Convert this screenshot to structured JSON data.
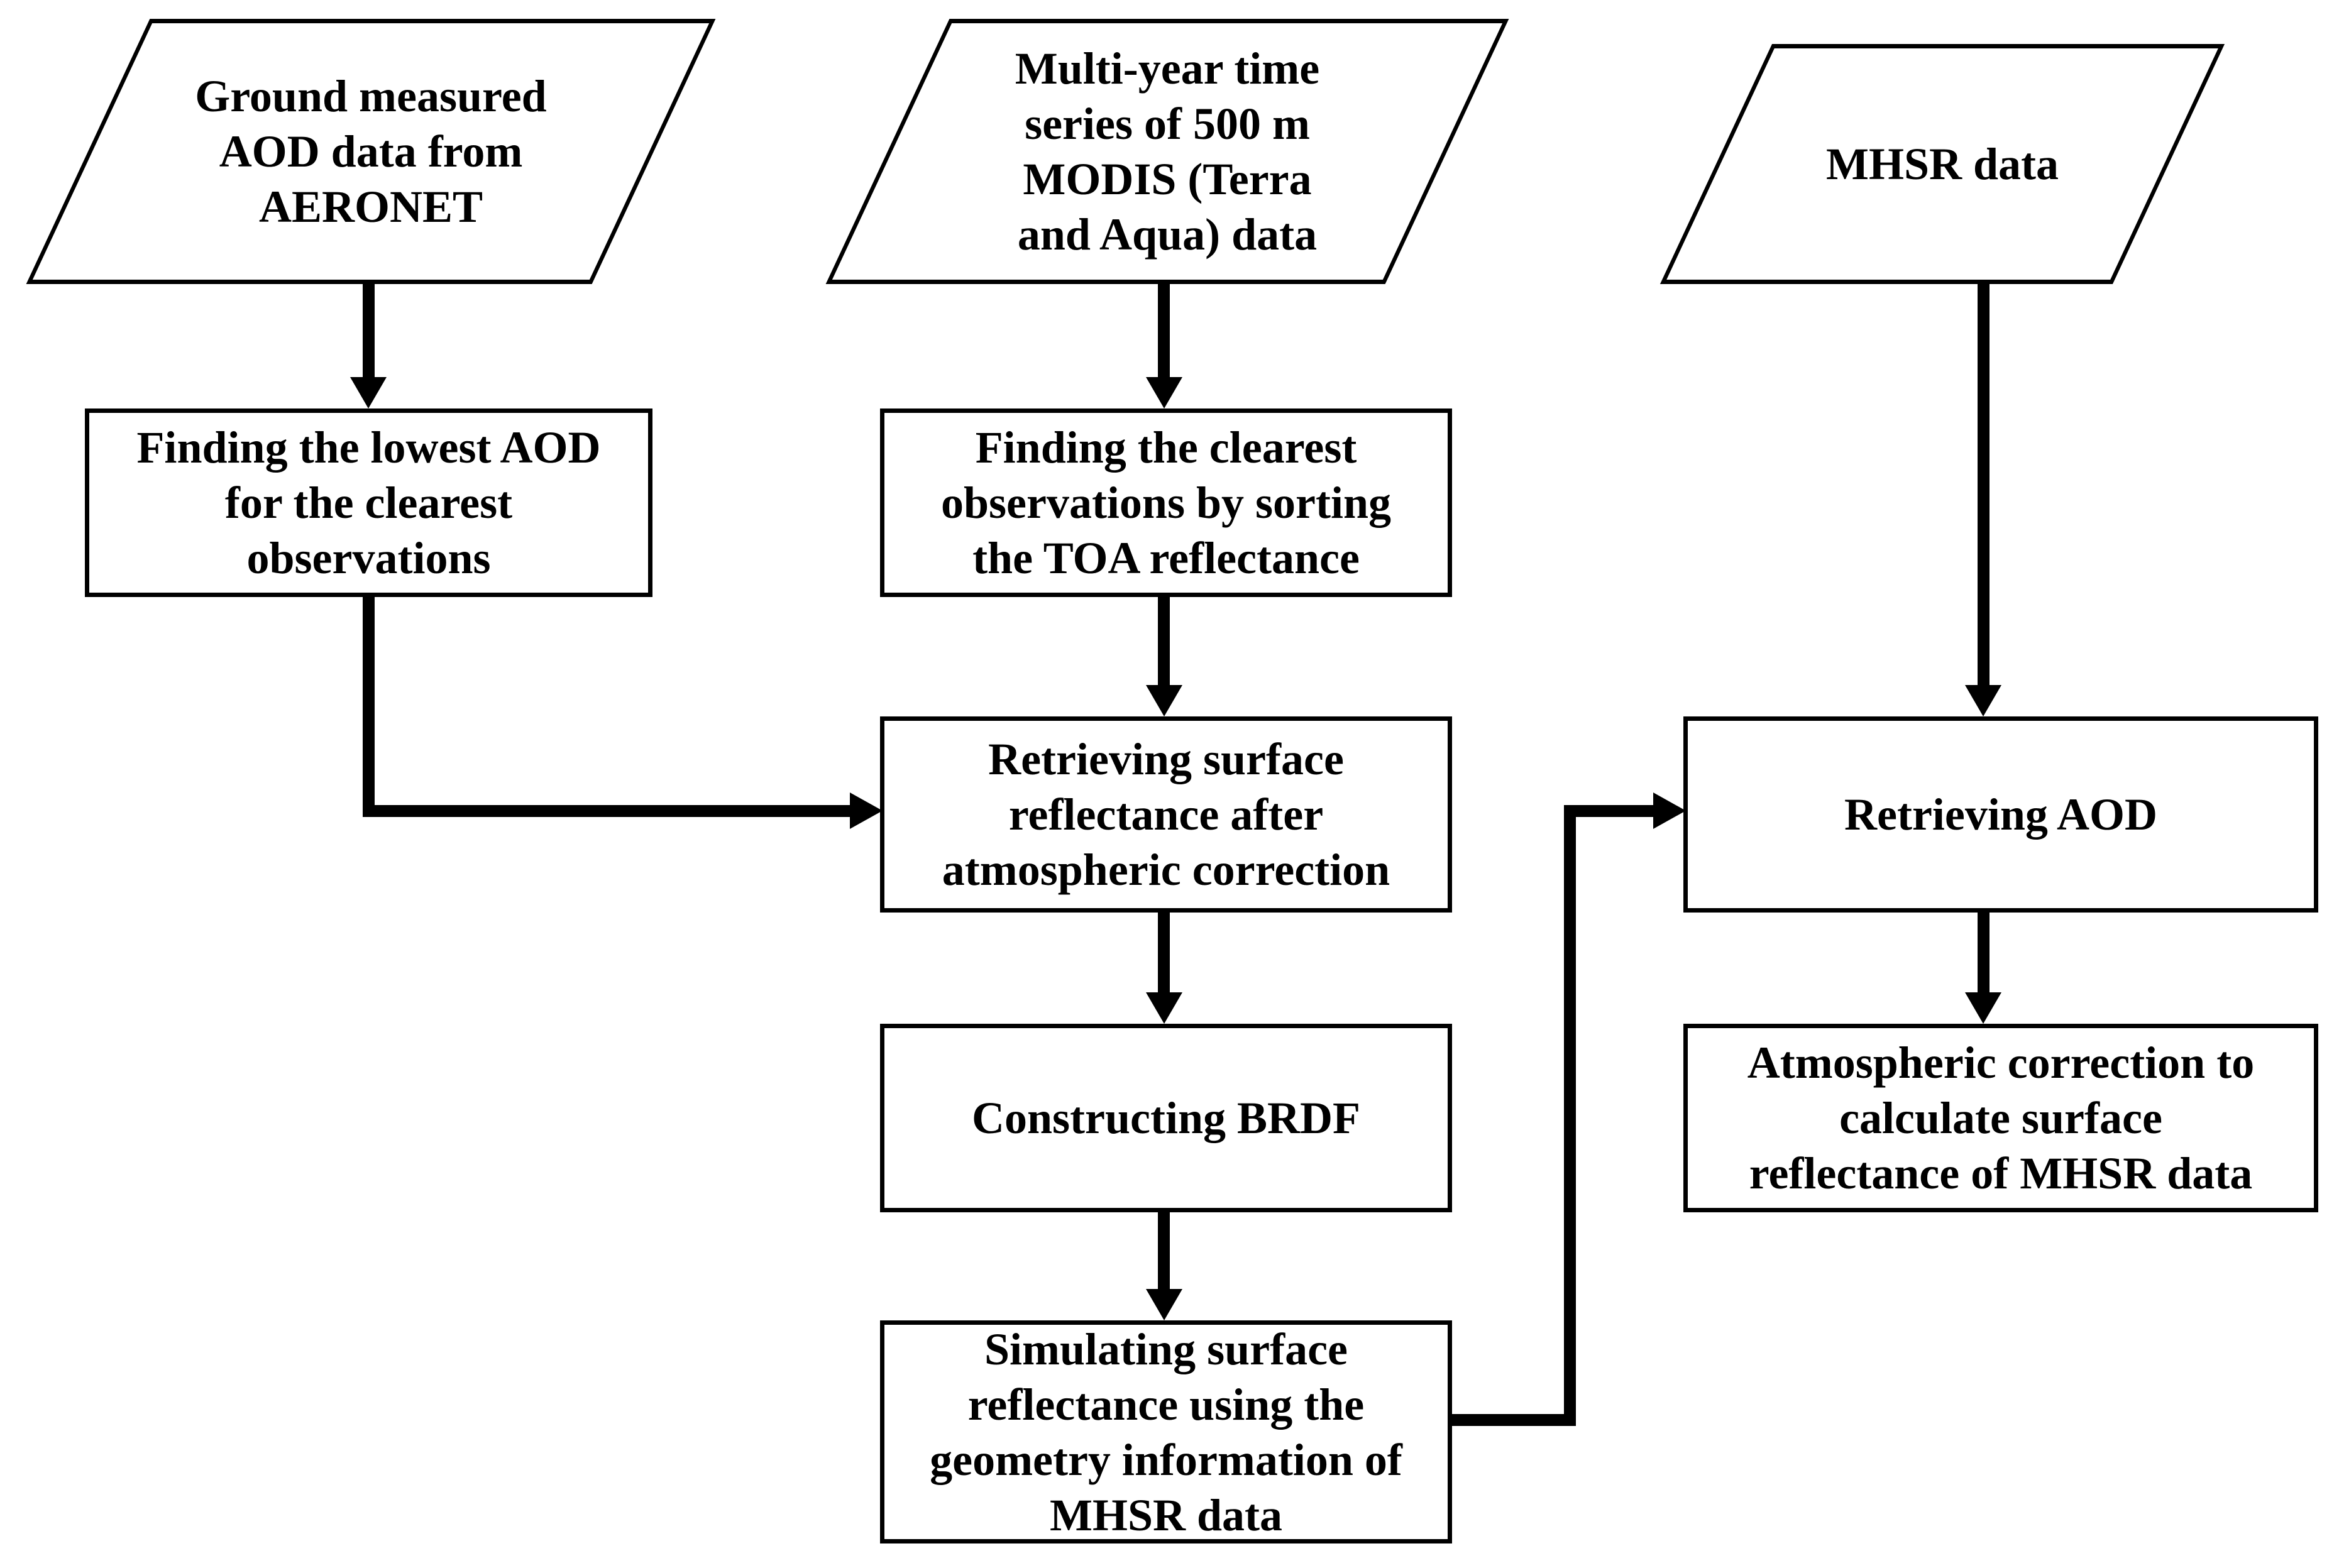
{
  "diagram": {
    "title": "MHSR atmospheric correction flowchart",
    "colors": {
      "background": "#ffffff",
      "line": "#000000",
      "text": "#000000",
      "node_fill": "#ffffff"
    },
    "nodes": {
      "aeronet_input": {
        "type": "parallelogram",
        "label": "Ground measured\nAOD data from\nAERONET"
      },
      "modis_input": {
        "type": "parallelogram",
        "label": "Multi-year time\nseries of  500 m\nMODIS (Terra\nand Aqua) data"
      },
      "mhsr_input": {
        "type": "parallelogram",
        "label": "MHSR data"
      },
      "lowest_aod": {
        "type": "process",
        "label": "Finding the lowest AOD\nfor the clearest\nobservations"
      },
      "clearest_obs": {
        "type": "process",
        "label": "Finding the clearest\nobservations by sorting\nthe TOA reflectance"
      },
      "retrieving_surface": {
        "type": "process",
        "label": "Retrieving surface\nreflectance after\natmospheric correction"
      },
      "constructing_brdf": {
        "type": "process",
        "label": "Constructing BRDF"
      },
      "simulating_surface": {
        "type": "process",
        "label": "Simulating surface\nreflectance using the\ngeometry information of\nMHSR data"
      },
      "retrieving_aod": {
        "type": "process",
        "label": "Retrieving AOD"
      },
      "atmos_correction": {
        "type": "process",
        "label": "Atmospheric correction to\ncalculate surface\nreflectance of MHSR data"
      }
    },
    "edges": [
      {
        "from": "aeronet_input",
        "to": "lowest_aod"
      },
      {
        "from": "modis_input",
        "to": "clearest_obs"
      },
      {
        "from": "mhsr_input",
        "to": "retrieving_aod"
      },
      {
        "from": "lowest_aod",
        "to": "retrieving_surface"
      },
      {
        "from": "clearest_obs",
        "to": "retrieving_surface"
      },
      {
        "from": "retrieving_surface",
        "to": "constructing_brdf"
      },
      {
        "from": "constructing_brdf",
        "to": "simulating_surface"
      },
      {
        "from": "simulating_surface",
        "to": "retrieving_aod"
      },
      {
        "from": "retrieving_aod",
        "to": "atmos_correction"
      }
    ]
  }
}
